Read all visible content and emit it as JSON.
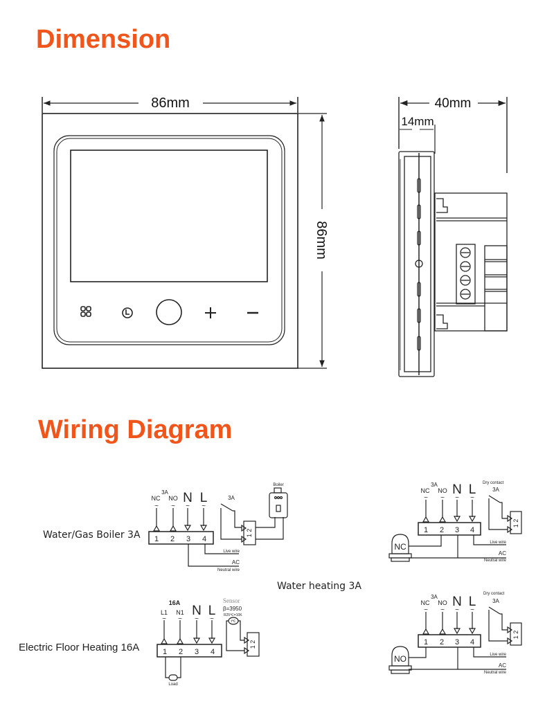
{
  "headings": {
    "dimension": "Dimension",
    "wiring": "Wiring Diagram"
  },
  "colors": {
    "accent": "#f0561c",
    "line": "#222222"
  },
  "dimensions": {
    "front_width": "86mm",
    "front_height": "86mm",
    "side_depth": "40mm",
    "side_front_depth": "14mm",
    "front_buttons": [
      "menu-icon",
      "clock-icon",
      "power-ring",
      "plus-icon",
      "minus-icon"
    ]
  },
  "wiring": {
    "terminals": [
      "1",
      "2",
      "3",
      "4"
    ],
    "terminal_labels_3a": [
      "NC",
      "NO",
      "N",
      "L"
    ],
    "terminal_labels_16a": [
      "L1",
      "N1",
      "N",
      "L"
    ],
    "rating_3a": "3A",
    "rating_16a": "16A",
    "live_wire": "Live wire",
    "ac": "AC",
    "neutral_wire": "Neutral wire",
    "dry_contact": "Dry contact",
    "connector_pins": [
      "1",
      "2"
    ],
    "boiler": {
      "caption": "Water/Gas Boiler 3A",
      "device_label": "Boiler",
      "relay_rating": "3A"
    },
    "water_heating": {
      "caption": "Water heating 3A",
      "valve_nc": "NC",
      "valve_no": "NO"
    },
    "floor_heating": {
      "caption": "Electric  Floor Heating 16A",
      "sensor_label": "Sensor",
      "sensor_beta": "β=3950",
      "sensor_r25": "R25℃=10K",
      "sensor_symbol": "t℃",
      "load_label": "Load"
    }
  }
}
